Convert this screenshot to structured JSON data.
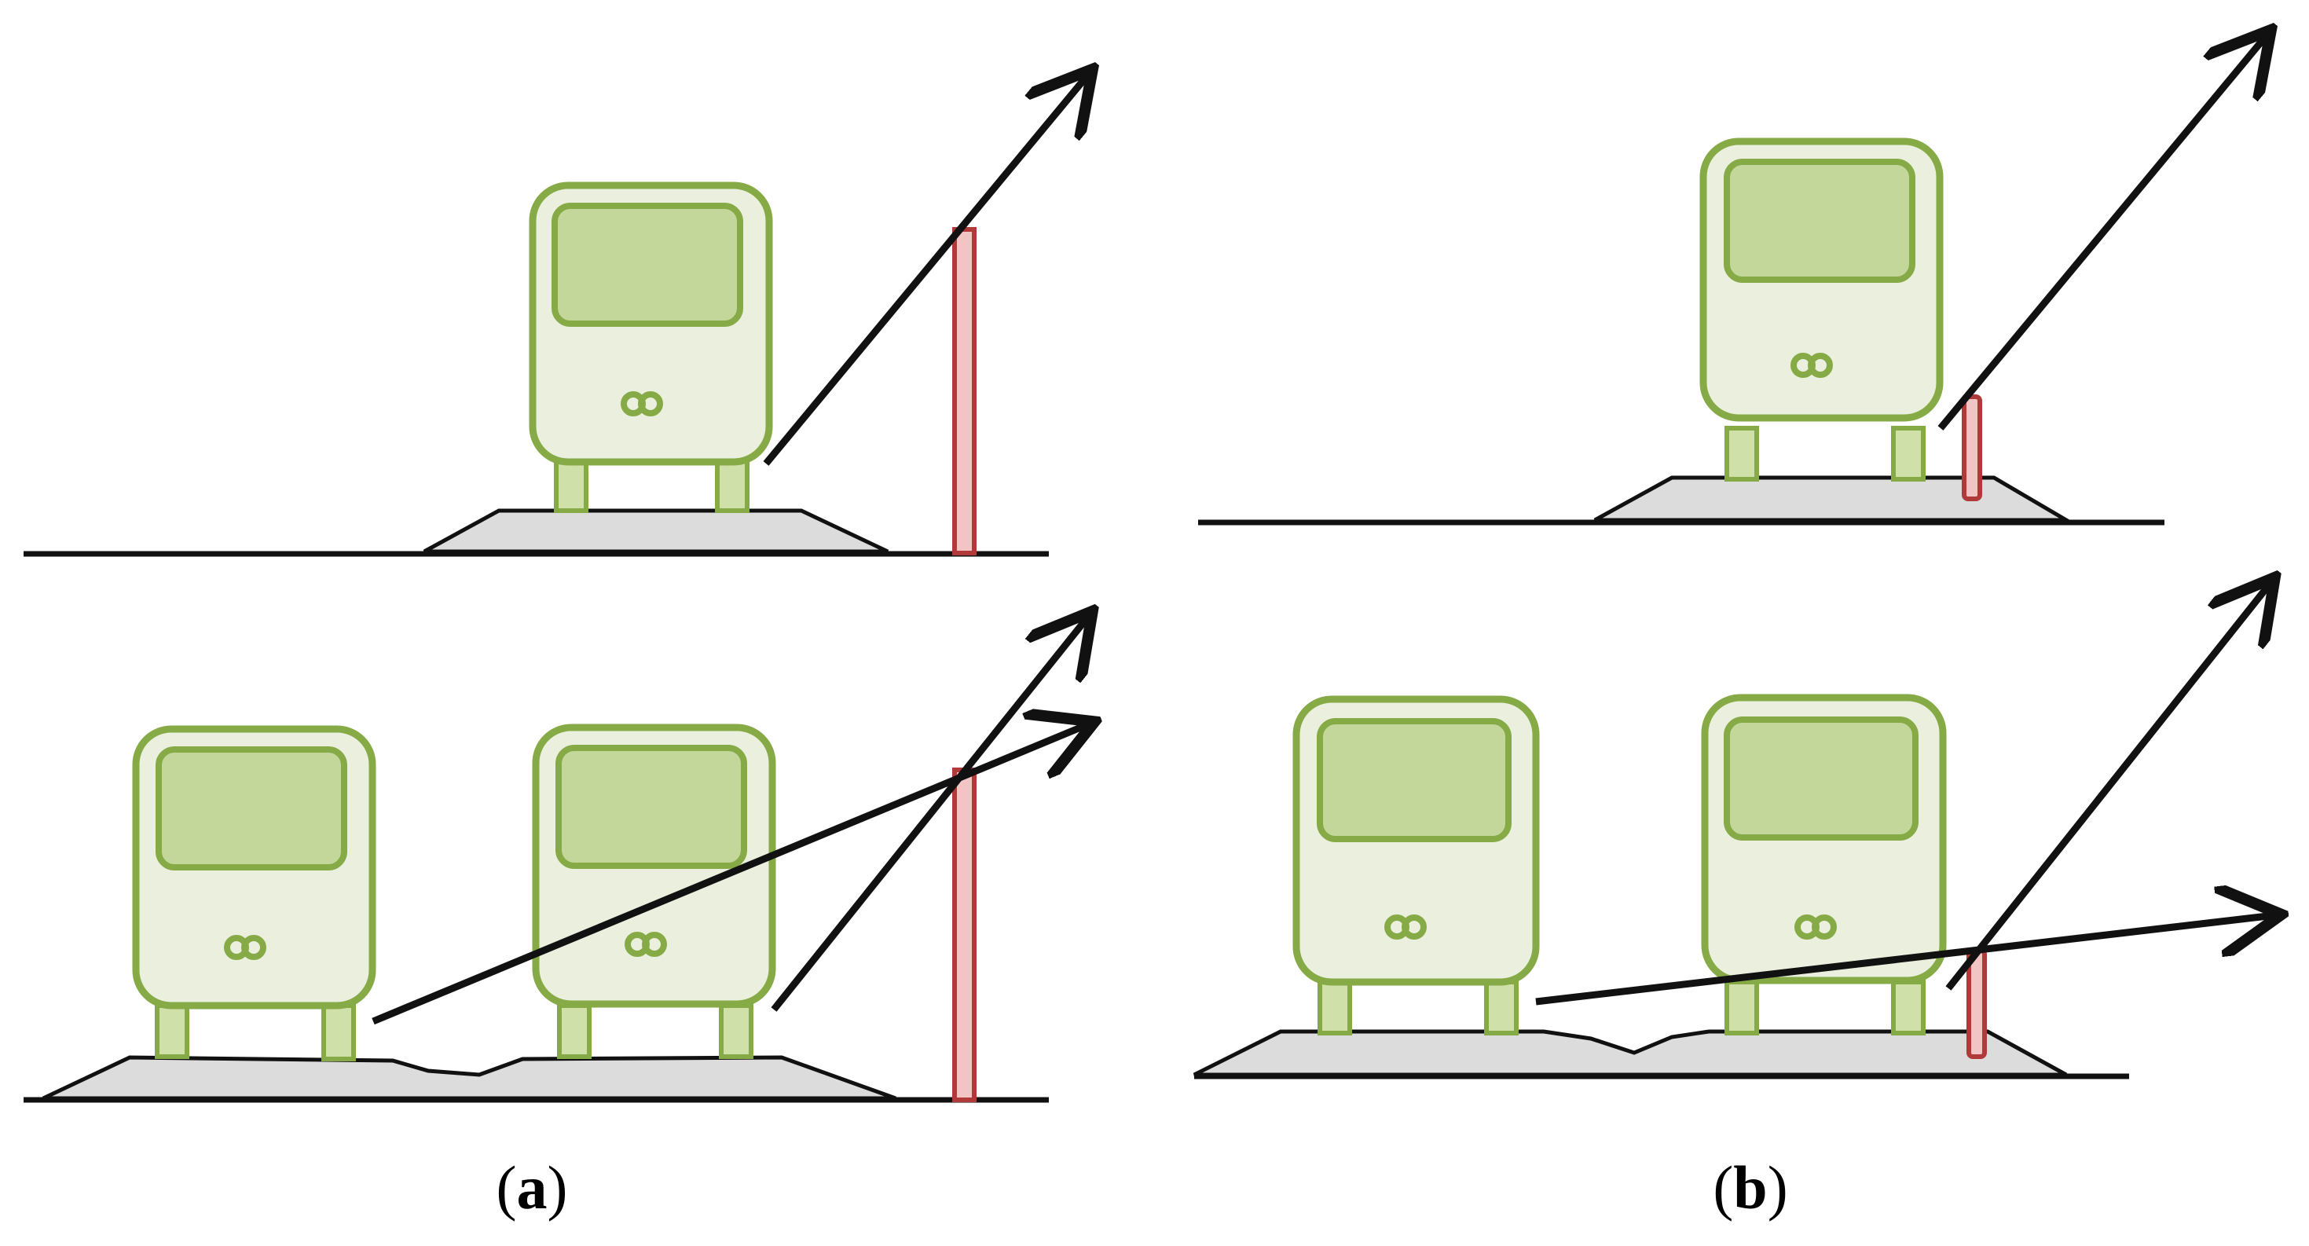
{
  "colors": {
    "cabinet_fill": "#ebf0de",
    "cabinet_stroke": "#86aa46",
    "screen_fill": "#c3d79b",
    "leg_fill": "#cfe0a8",
    "pad_fill": "#dcdcdc",
    "pole_fill": "#f2c4c4",
    "pole_stroke": "#b03a3a",
    "line": "#111111"
  },
  "icons": [
    "cabinet-icon",
    "pole-icon",
    "arrow-icon",
    "ground-line"
  ],
  "captions": {
    "a_open": "(",
    "a_letter": "a",
    "a_close": ")",
    "b_open": "(",
    "b_letter": "b",
    "b_close": ")"
  }
}
